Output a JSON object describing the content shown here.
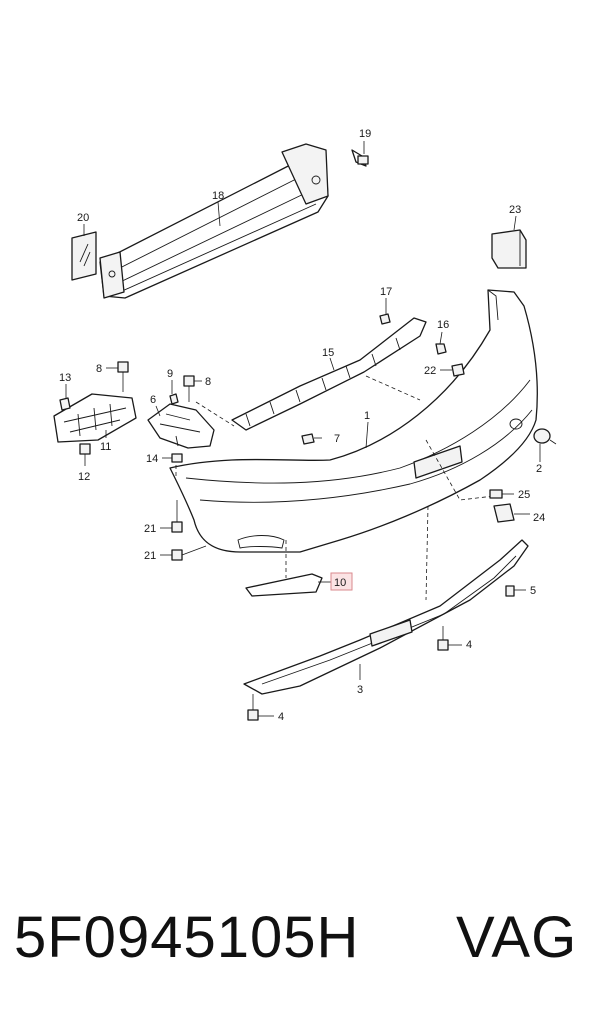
{
  "diagram": {
    "callouts": {
      "c1": "1",
      "c2": "2",
      "c3": "3",
      "c4a": "4",
      "c4b": "4",
      "c5": "5",
      "c6": "6",
      "c7": "7",
      "c8a": "8",
      "c8b": "8",
      "c9": "9",
      "c10": "10",
      "c11": "11",
      "c12": "12",
      "c13": "13",
      "c14": "14",
      "c15": "15",
      "c16": "16",
      "c17": "17",
      "c18": "18",
      "c19": "19",
      "c20": "20",
      "c21a": "21",
      "c21b": "21",
      "c22": "22",
      "c23": "23",
      "c24": "24",
      "c25": "25"
    },
    "highlighted_callout": "10",
    "colors": {
      "highlight_fill": "#fbe3e4",
      "highlight_border": "#d98a8e"
    }
  },
  "footer": {
    "part_number": "5F0945105H",
    "brand": "VAG"
  }
}
